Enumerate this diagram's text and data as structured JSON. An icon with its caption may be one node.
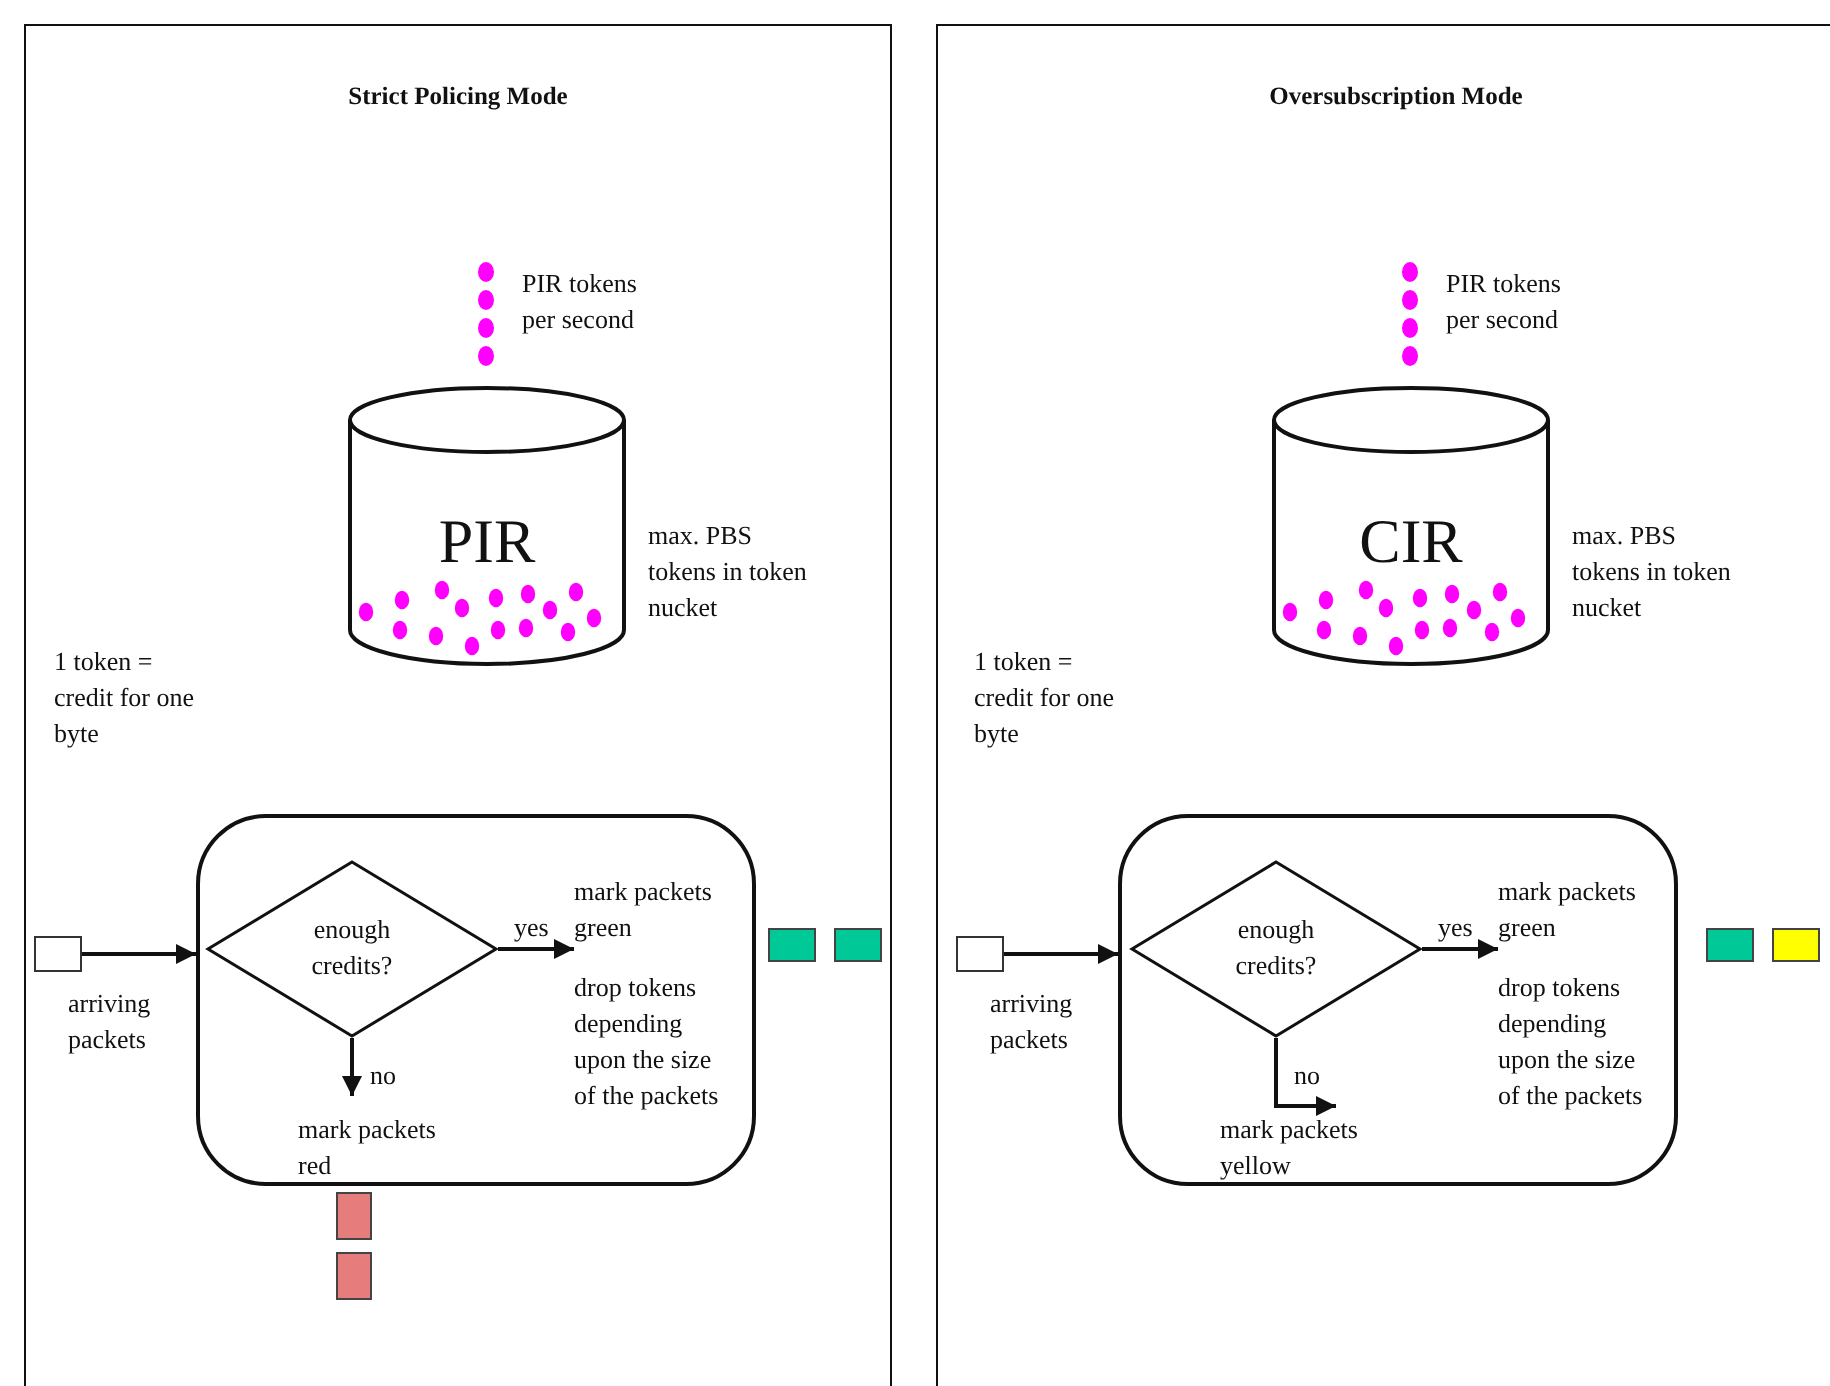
{
  "diagram": {
    "nodes": [
      {
        "text": [
          "Strict Policing Mode"
        ]
      },
      {
        "text": [
          "PIR"
        ],
        "in": 0,
        "beside": [
          "PIR tokens per second",
          "max. PBS tokens in token nucket"
        ]
      },
      {
        "text": [],
        "shape": "box",
        "in": 0
      },
      {
        "text": [
          "enough credits?"
        ],
        "in": 2
      },
      {
        "text": [
          "mark packets green",
          "drop tokens depending upon the size of the packets"
        ],
        "in": 2
      },
      {
        "text": [
          "mark packets red"
        ],
        "in": 2
      },
      {
        "text": [],
        "shape": "box",
        "in": 0,
        "beside": [
          "arriving packets"
        ]
      },
      {
        "text": [
          "Oversubscription Mode"
        ]
      },
      {
        "text": [
          "CIR"
        ],
        "in": 7,
        "beside": [
          "PIR tokens per second",
          "max. PBS tokens in token nucket"
        ]
      },
      {
        "text": [],
        "shape": "box",
        "in": 7
      },
      {
        "text": [
          "enough credits?"
        ],
        "in": 9
      },
      {
        "text": [
          "mark packets green",
          "drop tokens depending upon the size of the packets"
        ],
        "in": 9
      },
      {
        "text": [
          "mark packets yellow"
        ],
        "in": 9
      },
      {
        "text": [],
        "shape": "box",
        "in": 7,
        "beside": [
          "arriving packets"
        ]
      }
    ],
    "edges": [
      {
        "from": 6,
        "to": 2,
        "arrow": "to"
      },
      {
        "from": 3,
        "to": 4,
        "arrow": "to",
        "label": "yes"
      },
      {
        "from": 3,
        "to": 5,
        "arrow": "to",
        "label": "no"
      },
      {
        "from": 13,
        "to": 9,
        "arrow": "to"
      },
      {
        "from": 10,
        "to": 11,
        "arrow": "to",
        "label": "yes"
      },
      {
        "from": 10,
        "to": 12,
        "arrow": "to",
        "label": "no"
      }
    ],
    "labels": [
      "1 token = credit for one byte",
      "1 token = credit for one byte"
    ]
  }
}
